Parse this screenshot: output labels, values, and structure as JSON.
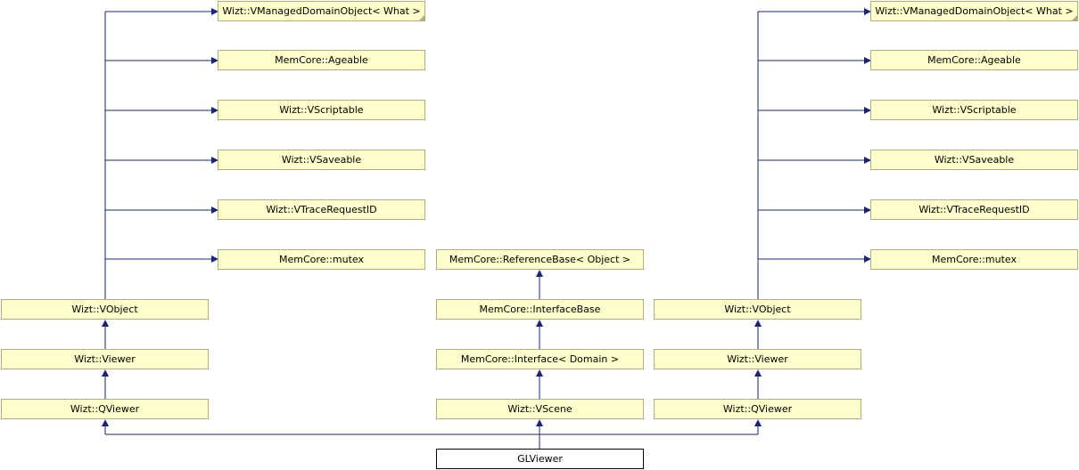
{
  "diagram": {
    "colors": {
      "node_fill": "#ffffcc",
      "node_border": "#b3ad7b",
      "root_fill": "#ffffff",
      "root_border": "#000000",
      "edge": "#1a237e"
    },
    "left_chain": {
      "bases": [
        "Wizt::VManagedDomainObject< What >",
        "MemCore::Ageable",
        "Wizt::VScriptable",
        "Wizt::VSaveable",
        "Wizt::VTraceRequestID",
        "MemCore::mutex"
      ],
      "vobject": "Wizt::VObject",
      "viewer": "Wizt::Viewer",
      "qviewer": "Wizt::QViewer"
    },
    "middle_chain": {
      "reference_base": "MemCore::ReferenceBase< Object >",
      "interface_base": "MemCore::InterfaceBase",
      "interface": "MemCore::Interface< Domain >",
      "vscene": "Wizt::VScene"
    },
    "right_chain": {
      "bases": [
        "Wizt::VManagedDomainObject< What >",
        "MemCore::Ageable",
        "Wizt::VScriptable",
        "Wizt::VSaveable",
        "Wizt::VTraceRequestID",
        "MemCore::mutex"
      ],
      "vobject": "Wizt::VObject",
      "viewer": "Wizt::Viewer",
      "qviewer": "Wizt::QViewer"
    },
    "root": "GLViewer"
  }
}
